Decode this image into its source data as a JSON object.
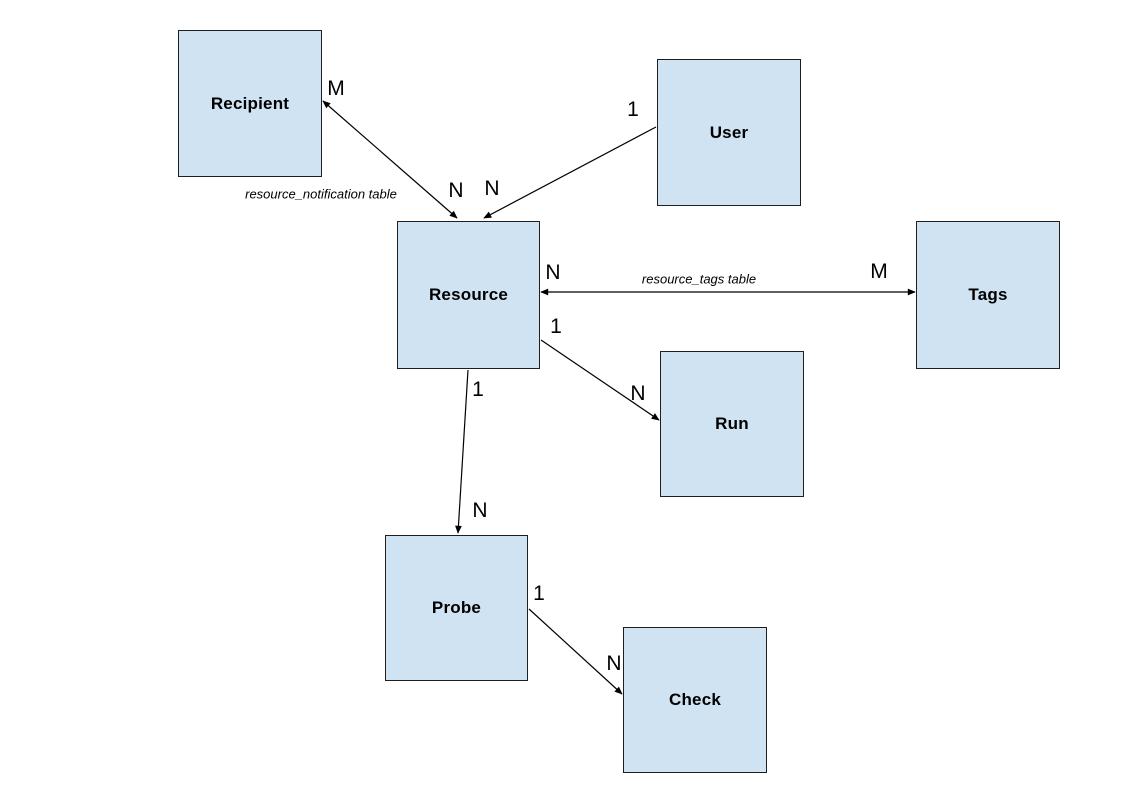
{
  "diagram": {
    "type": "entity-relationship",
    "entities": [
      {
        "id": "recipient",
        "label": "Recipient"
      },
      {
        "id": "user",
        "label": "User"
      },
      {
        "id": "resource",
        "label": "Resource"
      },
      {
        "id": "tags",
        "label": "Tags"
      },
      {
        "id": "run",
        "label": "Run"
      },
      {
        "id": "probe",
        "label": "Probe"
      },
      {
        "id": "check",
        "label": "Check"
      }
    ],
    "relationships": [
      {
        "from": "Recipient",
        "to": "Resource",
        "from_card": "M",
        "to_card": "N",
        "label": "resource_notification table",
        "bidirectional": true
      },
      {
        "from": "User",
        "to": "Resource",
        "from_card": "1",
        "to_card": "N",
        "label": "",
        "bidirectional": false
      },
      {
        "from": "Resource",
        "to": "Tags",
        "from_card": "N",
        "to_card": "M",
        "label": "resource_tags table",
        "bidirectional": true
      },
      {
        "from": "Resource",
        "to": "Run",
        "from_card": "1",
        "to_card": "N",
        "label": "",
        "bidirectional": false
      },
      {
        "from": "Resource",
        "to": "Probe",
        "from_card": "1",
        "to_card": "N",
        "label": "",
        "bidirectional": false
      },
      {
        "from": "Probe",
        "to": "Check",
        "from_card": "1",
        "to_card": "N",
        "label": "",
        "bidirectional": false
      }
    ],
    "colors": {
      "box_fill": "#cfe3f2",
      "box_border": "#1f1f1f",
      "line": "#000000"
    }
  }
}
